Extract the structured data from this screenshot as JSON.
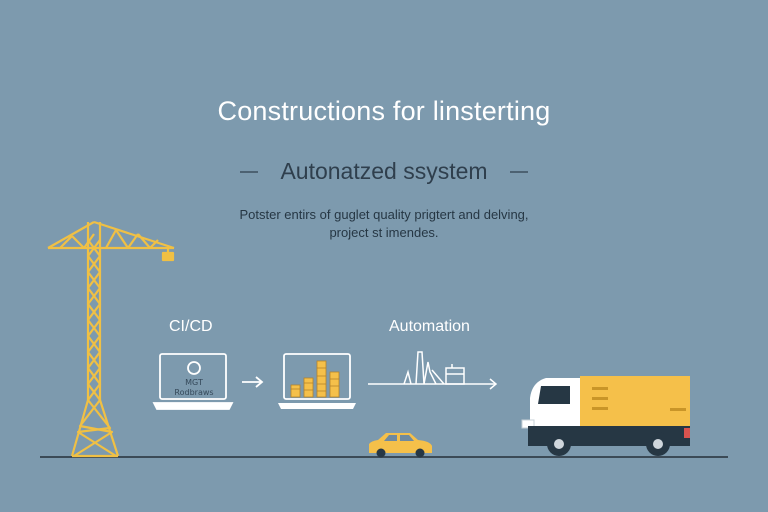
{
  "heading": {
    "title": "Constructions for linsterting",
    "subtitle": "Autonatzed ssystem",
    "description_line1": "Potster entirs of guglet quality prigtert and delving,",
    "description_line2": "project st imendes."
  },
  "stages": {
    "cicd_label": "CI/CD",
    "automation_label": "Automation",
    "laptop_screen_line1": "MGT",
    "laptop_screen_line2": "Rodbraws"
  },
  "colors": {
    "background": "#7d9aae",
    "accent_yellow": "#f5c04a",
    "line_white": "#ffffff",
    "ground_line": "#3b4a56",
    "truck_white": "#ffffff",
    "truck_dark": "#263744"
  },
  "icons": [
    "crane-icon",
    "laptop-icon",
    "arrow-right-icon",
    "bar-chart-icon",
    "factory-icon",
    "car-icon",
    "truck-icon"
  ]
}
